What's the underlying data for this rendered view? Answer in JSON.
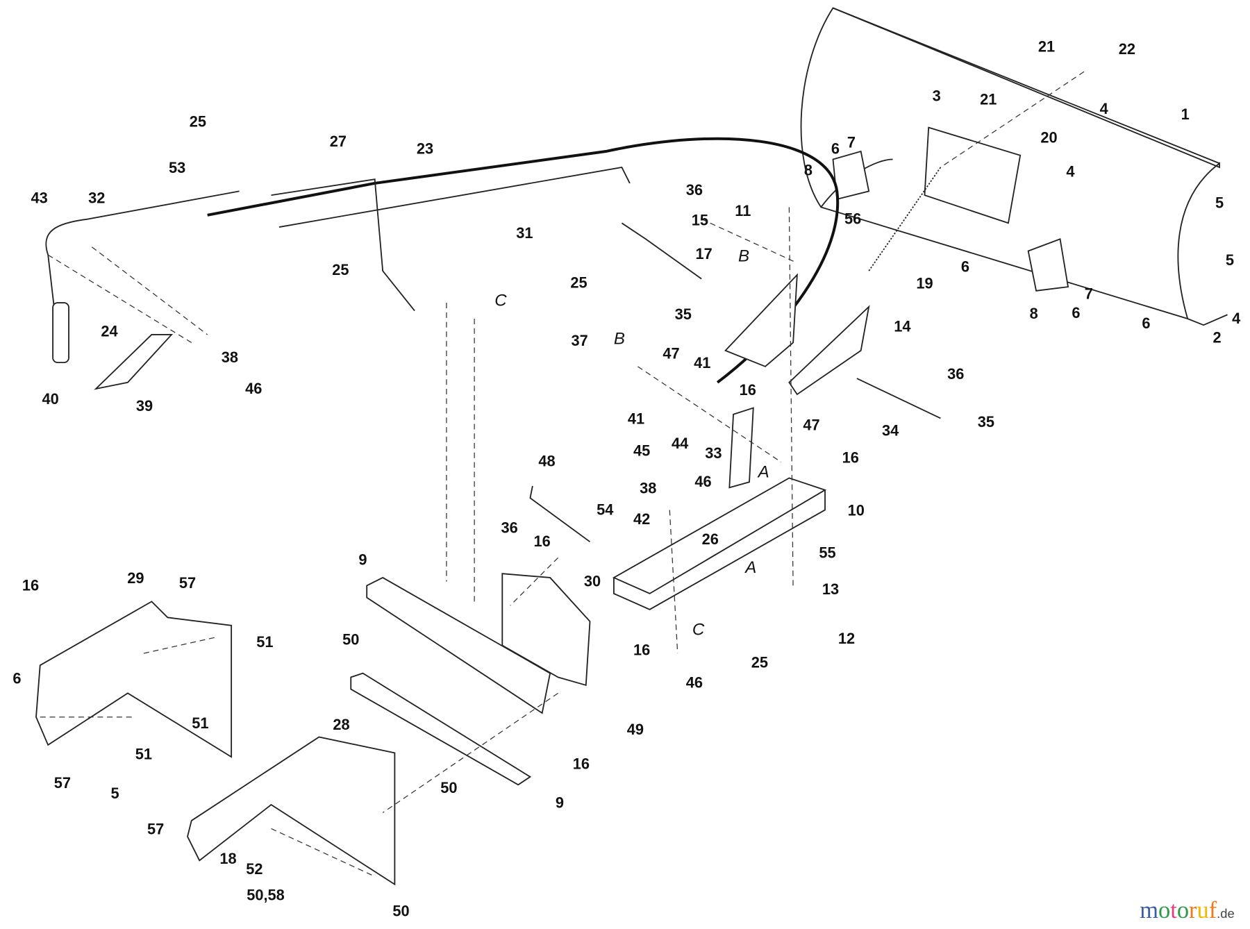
{
  "diagram": {
    "callouts": [
      "1",
      "2",
      "3",
      "4",
      "4",
      "4",
      "5",
      "5",
      "6",
      "6",
      "6",
      "6",
      "7",
      "7",
      "8",
      "8",
      "11",
      "12",
      "13",
      "14",
      "15",
      "16",
      "16",
      "16",
      "16",
      "16",
      "16",
      "17",
      "19",
      "20",
      "21",
      "21",
      "22",
      "23",
      "24",
      "25",
      "25",
      "25",
      "25",
      "26",
      "27",
      "28",
      "29",
      "30",
      "31",
      "32",
      "33",
      "34",
      "35",
      "35",
      "36",
      "36",
      "36",
      "37",
      "38",
      "38",
      "39",
      "40",
      "41",
      "41",
      "42",
      "43",
      "44",
      "45",
      "46",
      "46",
      "46",
      "47",
      "47",
      "48",
      "49",
      "50",
      "50",
      "50",
      "50,58",
      "51",
      "51",
      "51",
      "52",
      "53",
      "54",
      "55",
      "56",
      "57",
      "57",
      "57",
      "5",
      "6",
      "9",
      "9",
      "10",
      "18"
    ],
    "reference_letters": [
      "A",
      "A",
      "B",
      "B",
      "C",
      "C"
    ],
    "watermark": {
      "brand": "motoruf",
      "suffix": ".de",
      "colors": [
        "#3b5eaa",
        "#2e9a48",
        "#e0407a",
        "#f07a1a",
        "#f2b800"
      ]
    }
  }
}
